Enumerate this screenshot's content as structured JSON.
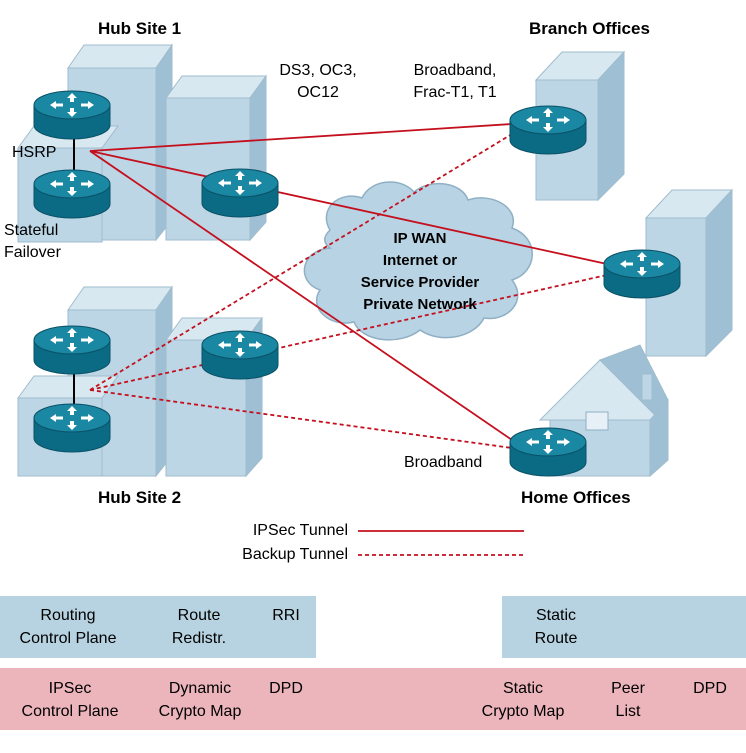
{
  "sites": {
    "hub1": "Hub Site 1",
    "hub2": "Hub Site 2",
    "branch": "Branch Offices",
    "home": "Home Offices"
  },
  "labels": {
    "hsrp": "HSRP",
    "stateful_1": "Stateful",
    "stateful_2": "Failover",
    "ds3_1": "DS3, OC3,",
    "ds3_2": "OC12",
    "bb_1": "Broadband,",
    "bb_2": "Frac-T1, T1",
    "home_bb": "Broadband"
  },
  "cloud": {
    "line1": "IP WAN",
    "line2": "Internet or",
    "line3": "Service Provider",
    "line4": "Private Network"
  },
  "legend": {
    "ipsec": "IPSec Tunnel",
    "backup": "Backup Tunnel"
  },
  "colors": {
    "tunnel": "#c4101e",
    "building": "#bcd6e6",
    "router": "#0b6b85",
    "blue_strip": "#b7d3e2",
    "pink_strip": "#ecb4bb"
  },
  "hub_strip": {
    "c1_1": "Routing",
    "c1_2": "Control Plane",
    "c2_1": "Route",
    "c2_2": "Redistr.",
    "c3": "RRI"
  },
  "spoke_strip": {
    "c1_1": "Static",
    "c1_2": "Route"
  },
  "hub_crypto": {
    "c1_1": "IPSec",
    "c1_2": "Control Plane",
    "c2_1": "Dynamic",
    "c2_2": "Crypto Map",
    "c3": "DPD"
  },
  "spoke_crypto": {
    "c1_1": "Static",
    "c1_2": "Crypto Map",
    "c2_1": "Peer",
    "c2_2": "List",
    "c3": "DPD"
  }
}
